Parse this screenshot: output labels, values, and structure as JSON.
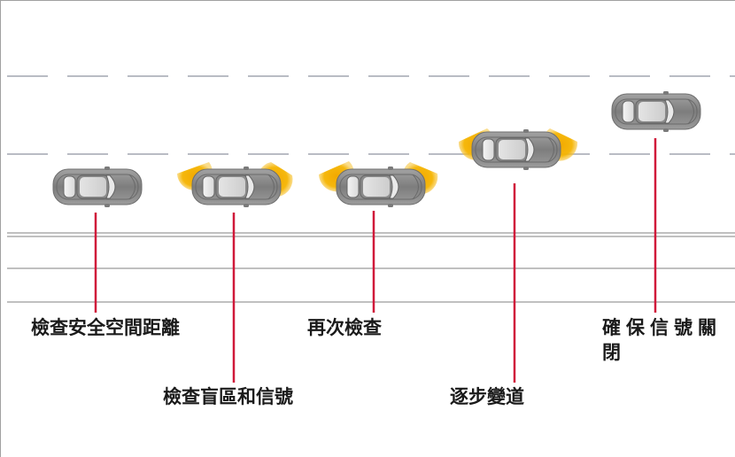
{
  "steps": [
    {
      "label": "檢查安全空間距離",
      "signals": "none"
    },
    {
      "label": "檢查盲區和信號",
      "signals": "both"
    },
    {
      "label": "再次檢查",
      "signals": "both"
    },
    {
      "label": "逐步變道",
      "signals": "both"
    },
    {
      "label": "確保信號關閉",
      "signals": "none"
    }
  ],
  "colors": {
    "marker_line": "#d0193a",
    "signal_glow": "#f2a900",
    "car_body": "#8c8c8c",
    "lane_dash": "#b9bcc4",
    "road_line": "#9a9a9a"
  },
  "icons": [
    "car-icon",
    "turn-signal-icon"
  ]
}
